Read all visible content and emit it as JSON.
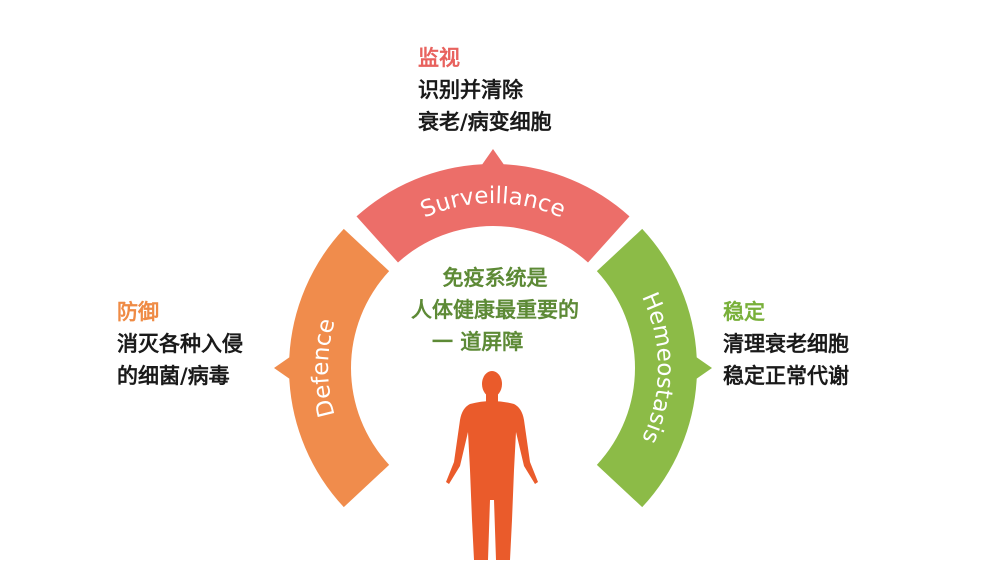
{
  "colors": {
    "surveillance": "#ec6e69",
    "defence": "#f08c4c",
    "hemeostasis": "#8cbb47",
    "body": "#ea5b2b",
    "center_text": "#5d8a36",
    "surveillance_title": "#e8625e",
    "defence_title": "#ef8b45",
    "hemeostasis_title": "#79b03a"
  },
  "segments": {
    "surveillance": "Surveillance",
    "defence": "Defence",
    "hemeostasis": "Hemeostasis"
  },
  "center": {
    "lines": [
      "免疫系统是",
      "人体健康最重要的",
      "一 道屏障"
    ]
  },
  "surveillance_block": {
    "title": "监视",
    "lines": [
      "识别并清除",
      "衰老/病变细胞"
    ]
  },
  "defence_block": {
    "title": "防御",
    "lines": [
      "消灭各种入侵",
      "的细菌/病毒"
    ]
  },
  "hemeostasis_block": {
    "title": "稳定",
    "lines": [
      "清理衰老细胞",
      "稳定正常代谢"
    ]
  },
  "icons": {
    "figure": "human-body-icon"
  }
}
